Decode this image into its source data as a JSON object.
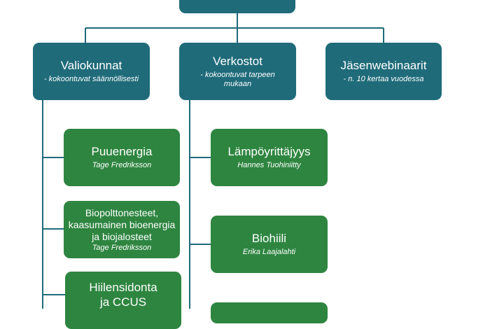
{
  "top": {
    "valiokunnat": {
      "title": "Valiokunnat",
      "subtitle": "- kokoontuvat säännöllisesti"
    },
    "verkostot": {
      "title": "Verkostot",
      "subtitle": "- kokoontuvat tarpeen mukaan"
    },
    "jasenwebinaarit": {
      "title": "Jäsenwebinaarit",
      "subtitle": "- n. 10 kertaa vuodessa"
    }
  },
  "valiokunnat_items": [
    {
      "title": "Puuenergia",
      "person": "Tage Fredriksson"
    },
    {
      "title": "Biopolttonesteet, kaasumainen bioenergia ja biojalosteet",
      "person": "Tage Fredriksson"
    },
    {
      "title": "Hiilensidonta ja CCUS",
      "person": ""
    }
  ],
  "verkostot_items": [
    {
      "title": "Lämpöyrittäjyys",
      "person": "Hannes Tuohiniitty"
    },
    {
      "title": "Biohiili",
      "person": "Erika Laajalahti"
    }
  ],
  "colors": {
    "teal": "#1f6b7a",
    "green": "#2e8540",
    "connector": "#1f6b7a"
  }
}
